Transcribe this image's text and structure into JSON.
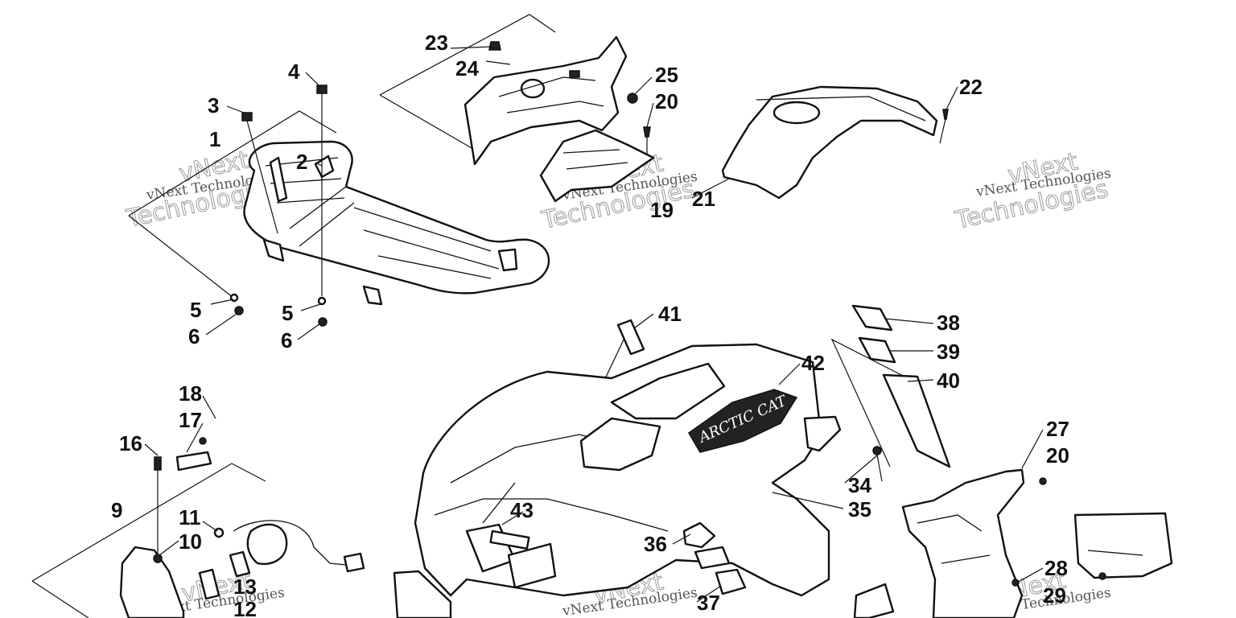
{
  "diagram": {
    "watermark_line1": "vNext Technologies",
    "watermark_line2": "Technologies",
    "watermark_line3": "vNext",
    "decal_logo_text": "ARCTIC CAT",
    "callouts": [
      "1",
      "2",
      "3",
      "4",
      "5",
      "6",
      "5",
      "6",
      "23",
      "24",
      "25",
      "20",
      "19",
      "21",
      "22",
      "41",
      "42",
      "38",
      "39",
      "40",
      "18",
      "17",
      "16",
      "9",
      "11",
      "10",
      "13",
      "12",
      "43",
      "36",
      "37",
      "35",
      "34",
      "27",
      "20",
      "28",
      "29"
    ]
  }
}
